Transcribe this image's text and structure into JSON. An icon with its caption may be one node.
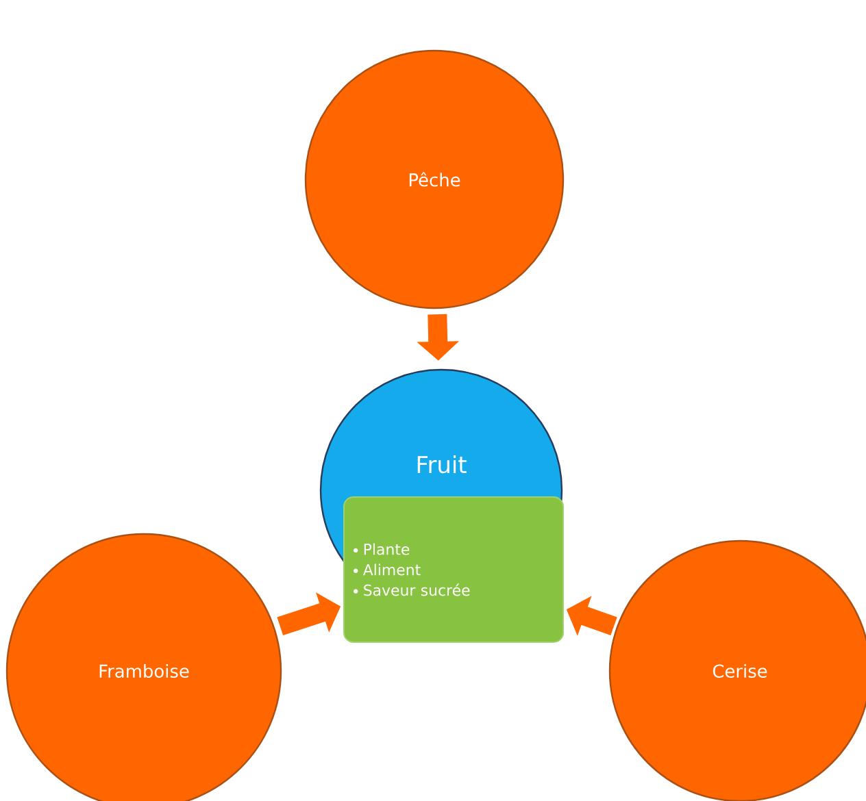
{
  "diagram": {
    "nodes": [
      {
        "text": [
          "Pêche"
        ]
      },
      {
        "text": [
          "Fruit"
        ]
      },
      {
        "text": [
          "Plante",
          "Aliment",
          "Saveur sucrée"
        ]
      },
      {
        "text": [
          "Framboise"
        ]
      },
      {
        "text": [
          "Cerise"
        ]
      }
    ],
    "edges": [
      {
        "from": 0,
        "to": 1,
        "arrow": "to"
      },
      {
        "from": 3,
        "to": 2,
        "arrow": "to"
      },
      {
        "from": 4,
        "to": 2,
        "arrow": "to"
      }
    ]
  }
}
